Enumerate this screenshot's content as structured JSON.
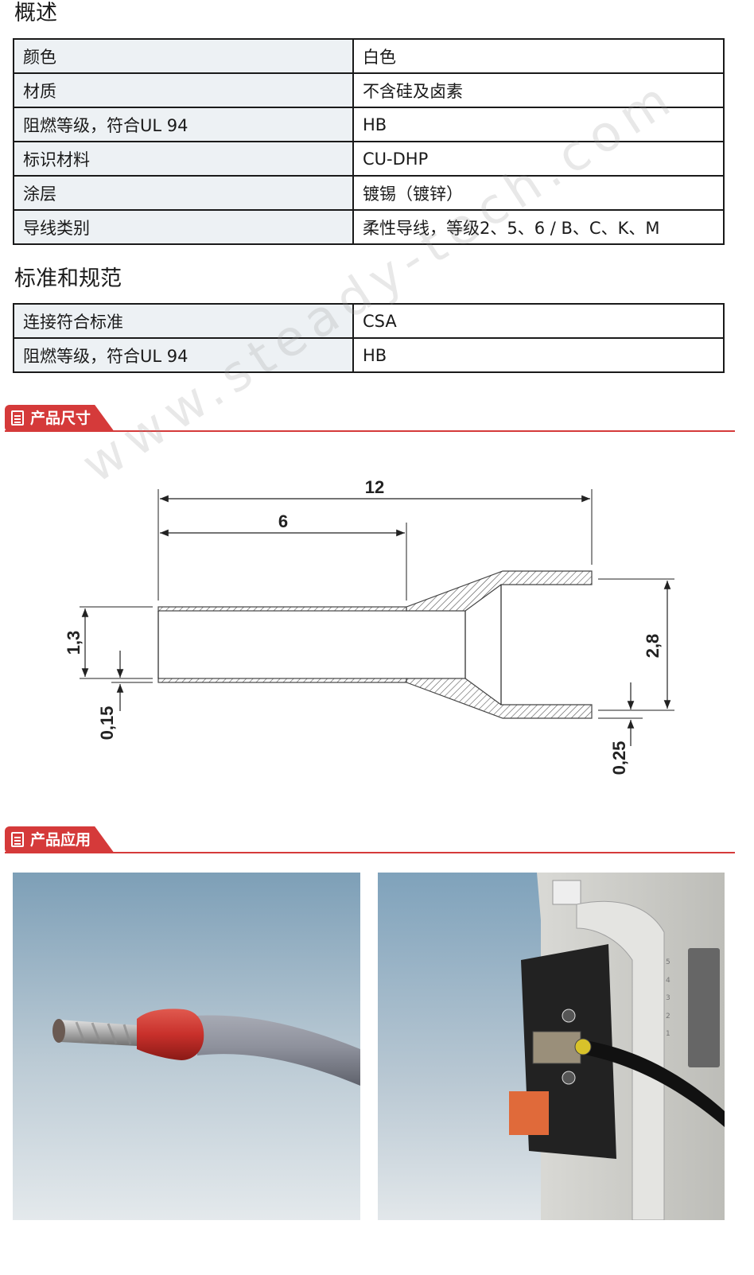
{
  "overview": {
    "title": "概述",
    "rows": [
      {
        "label": "颜色",
        "value": "白色"
      },
      {
        "label": "材质",
        "value": "不含硅及卤素"
      },
      {
        "label": "阻燃等级，符合UL 94",
        "value": "HB"
      },
      {
        "label": "标识材料",
        "value": "CU-DHP"
      },
      {
        "label": "涂层",
        "value": "镀锡（镀锌）"
      },
      {
        "label": "导线类别",
        "value": "柔性导线，等级2、5、6 / B、C、K、M"
      }
    ]
  },
  "standards": {
    "title": "标准和规范",
    "rows": [
      {
        "label": "连接符合标准",
        "value": "CSA"
      },
      {
        "label": "阻燃等级，符合UL 94",
        "value": "HB"
      }
    ]
  },
  "dimensions_banner": {
    "label": "产品尺寸",
    "icon": "document-icon"
  },
  "application_banner": {
    "label": "产品应用",
    "icon": "document-icon"
  },
  "drawing": {
    "overall_length": "12",
    "sleeve_length": "6",
    "inner_diameter": "1,3",
    "wall_thickness": "0,15",
    "collar_diameter": "2,8",
    "collar_wall": "0,25"
  },
  "watermark": "www.steady-tech.com",
  "colors": {
    "banner_red": "#d53a3a",
    "label_cell_bg": "#edf1f4",
    "border": "#1a1a1a",
    "ferrule_red": "#c8302b"
  }
}
